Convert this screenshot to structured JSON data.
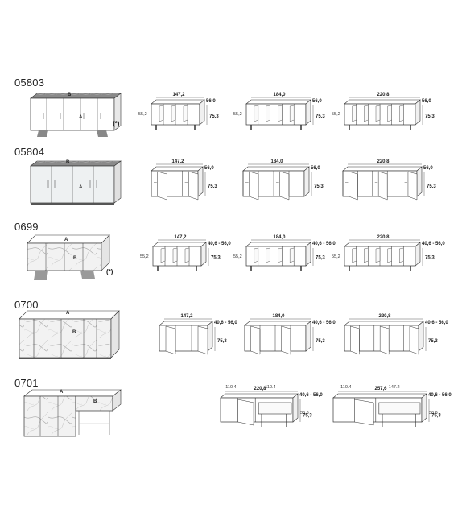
{
  "rows": [
    {
      "code": "05803",
      "preview_labels": [
        "B",
        "A"
      ],
      "note": "(*)",
      "variants": [
        {
          "width": "147,2",
          "depth": "56,0",
          "height": "75,3",
          "side": "55,2"
        },
        {
          "width": "184,0",
          "depth": "56,0",
          "height": "75,3",
          "side": "55,2"
        },
        {
          "width": "220,8",
          "depth": "56,0",
          "height": "75,3",
          "side": "55,2"
        }
      ]
    },
    {
      "code": "05804",
      "preview_labels": [
        "B",
        "A"
      ],
      "note": "",
      "variants": [
        {
          "width": "147,2",
          "depth": "56,0",
          "height": "75,3"
        },
        {
          "width": "184,0",
          "depth": "56,0",
          "height": "75,3"
        },
        {
          "width": "220,8",
          "depth": "56,0",
          "height": "75,3"
        }
      ]
    },
    {
      "code": "0699",
      "preview_labels": [
        "A",
        "B"
      ],
      "note": "(*)",
      "variants": [
        {
          "width": "147,2",
          "depth": "40,6 - 56,0",
          "height": "75,3",
          "side": "55,2"
        },
        {
          "width": "184,0",
          "depth": "40,6 - 56,0",
          "height": "75,3",
          "side": "55,2"
        },
        {
          "width": "220,8",
          "depth": "40,6 - 56,0",
          "height": "75,3",
          "side": "55,2"
        }
      ]
    },
    {
      "code": "0700",
      "preview_labels": [
        "A",
        "B"
      ],
      "note": "",
      "variants": [
        {
          "width": "147,2",
          "depth": "40,6 - 56,0",
          "height": "75,3"
        },
        {
          "width": "184,0",
          "depth": "40,6 - 56,0",
          "height": "75,3"
        },
        {
          "width": "220,8",
          "depth": "40,6 - 56,0",
          "height": "75,3"
        }
      ]
    },
    {
      "code": "0701",
      "preview_labels": [
        "A",
        "B"
      ],
      "note": "",
      "variants": [
        {
          "width": "220,8",
          "sub_left": "110.4",
          "sub_right": "110.4",
          "depth": "40,6 - 56,0",
          "drawer": "36,6",
          "height": "75,3"
        },
        {
          "width": "257,6",
          "sub_left": "110.4",
          "sub_right": "147.2",
          "depth": "40,6 - 56,0",
          "drawer": "36,6",
          "height": "75,3"
        }
      ]
    }
  ],
  "colors": {
    "line": "#333333",
    "marble_vein": "#9a9a9a",
    "glass": "#dde3e6",
    "top": "#7a7a7a"
  }
}
